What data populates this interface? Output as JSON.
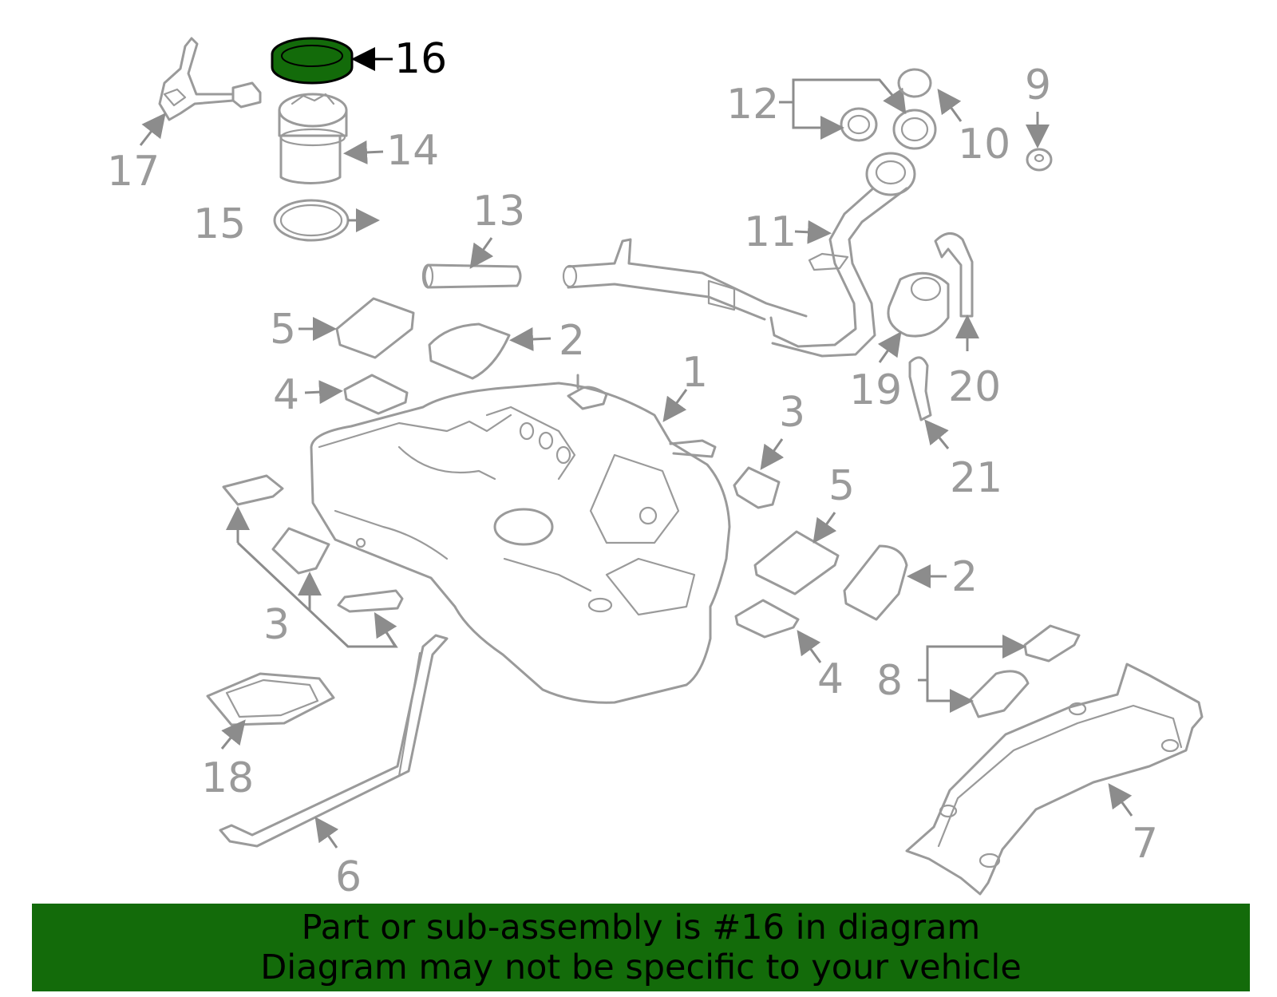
{
  "diagram": {
    "highlight_color": "#136b0a",
    "line_color": "#9a9a9a",
    "highlighted_part": "16",
    "callouts": {
      "c1": "1",
      "c2a": "2",
      "c2b": "2",
      "c3a": "3",
      "c3b": "3",
      "c4a": "4",
      "c4b": "4",
      "c5a": "5",
      "c5b": "5",
      "c6": "6",
      "c7": "7",
      "c8": "8",
      "c9": "9",
      "c10": "10",
      "c11": "11",
      "c12": "12",
      "c13": "13",
      "c14": "14",
      "c15": "15",
      "c16": "16",
      "c17": "17",
      "c18": "18",
      "c19": "19",
      "c20": "20",
      "c21": "21"
    }
  },
  "banner": {
    "line1": "Part or sub-assembly is #16 in diagram",
    "line2": "Diagram may not be specific to your vehicle",
    "background": "#136b0a"
  }
}
